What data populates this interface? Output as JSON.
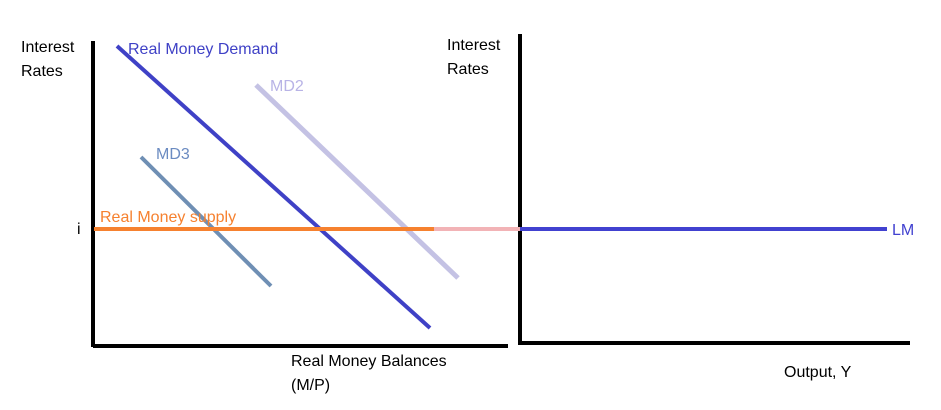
{
  "left_panel": {
    "y_axis_label_line1": "Interest",
    "y_axis_label_line2": "Rates",
    "x_axis_label_line1": "Real Money Balances",
    "x_axis_label_line2": "(M/P)",
    "interest_tick": "i",
    "curves": {
      "real_money_demand": "Real Money Demand",
      "md2": "MD2",
      "md3": "MD3",
      "real_money_supply": "Real Money supply"
    }
  },
  "right_panel": {
    "y_axis_label_line1": "Interest",
    "y_axis_label_line2": "Rates",
    "x_axis_label": "Output, Y",
    "lm_label": "LM"
  },
  "colors": {
    "axis": "#000000",
    "real_money_demand": "#3f41c6",
    "md2": "#c4c2e4",
    "md3": "#6f8fb4",
    "real_money_supply": "#f6812f",
    "connector": "#f2b3b6",
    "lm": "#4141d0",
    "md2_label": "#b8b3e6",
    "md3_label": "#6b8bc1"
  }
}
